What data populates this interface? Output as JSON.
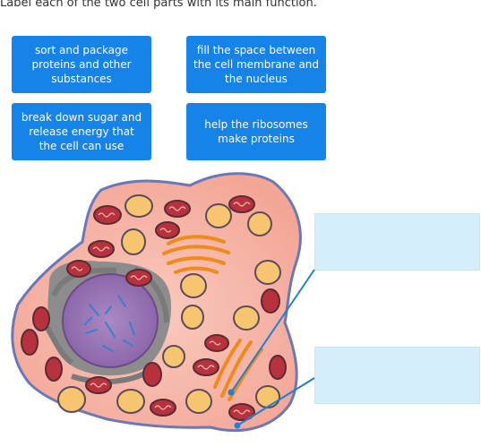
{
  "question": {
    "instruction": "Label each of the two cell parts with its main function."
  },
  "answer_tiles": [
    {
      "label": "sort and package proteins and other substances"
    },
    {
      "label": "fill the space between the cell membrane and the nucleus"
    },
    {
      "label": "break down sugar and release energy that the cell can use"
    },
    {
      "label": "help the ribosomes make proteins"
    }
  ],
  "drop_targets": [
    {
      "label": ""
    },
    {
      "label": ""
    }
  ],
  "colors": {
    "tile": "#1583e8",
    "tile_text": "#ffffff",
    "drop_target": "#d4effb",
    "cytoplasm": "#f5b3a6",
    "membrane": "#6a78b8",
    "nucleus": "#9a73b3",
    "mitochondria": "#b8323e",
    "vacuole": "#f7c46f",
    "golgi": "#f08a1a",
    "pointer_line": "#1f7fd4"
  }
}
